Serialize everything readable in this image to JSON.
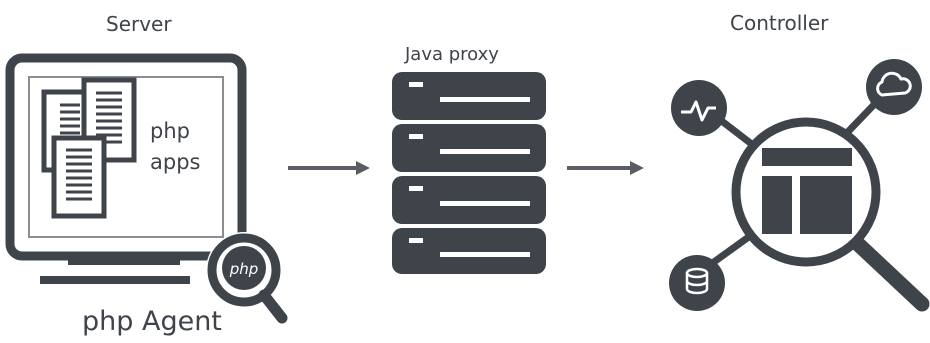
{
  "server": {
    "label": "Server",
    "apps_line1": "php",
    "apps_line2": "apps"
  },
  "agent": {
    "label": "php Agent",
    "badge": "php"
  },
  "proxy": {
    "label": "Java proxy"
  },
  "controller": {
    "label": "Controller"
  },
  "colors": {
    "dark": "#3f434a",
    "gray": "#8a8d92",
    "white": "#ffffff"
  },
  "icons": [
    "monitor-icon",
    "document-icon",
    "magnifier-icon",
    "server-rack-icon",
    "arrow-right-icon",
    "pulse-icon",
    "cloud-icon",
    "database-icon",
    "dashboard-icon"
  ]
}
